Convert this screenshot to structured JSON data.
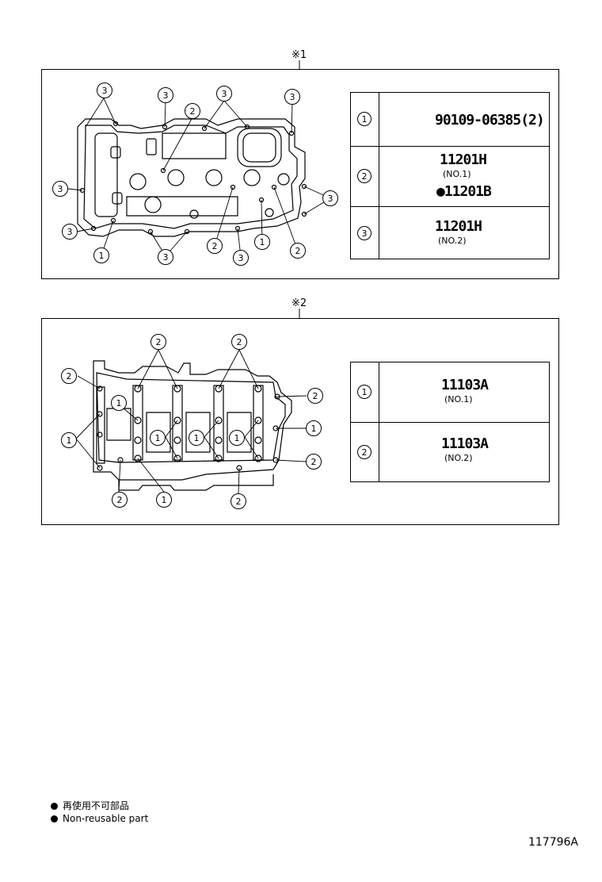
{
  "sections": [
    {
      "ref": "※1",
      "parts": [
        {
          "num": "1",
          "lines": [
            "90109-06385(2)"
          ]
        },
        {
          "num": "2",
          "lines": [
            "11201H",
            "(NO.1)",
            "●11201B"
          ]
        },
        {
          "num": "3",
          "lines": [
            "11201H",
            "(NO.2)"
          ]
        }
      ]
    },
    {
      "ref": "※2",
      "parts": [
        {
          "num": "1",
          "lines": [
            "11103A",
            "(NO.1)"
          ]
        },
        {
          "num": "2",
          "lines": [
            "11103A",
            "(NO.2)"
          ]
        }
      ]
    }
  ],
  "callouts": {
    "one": "1",
    "two": "2",
    "three": "3"
  },
  "legend": [
    "再使用不可部品",
    "Non-reusable part"
  ],
  "figure_number": "117796A"
}
